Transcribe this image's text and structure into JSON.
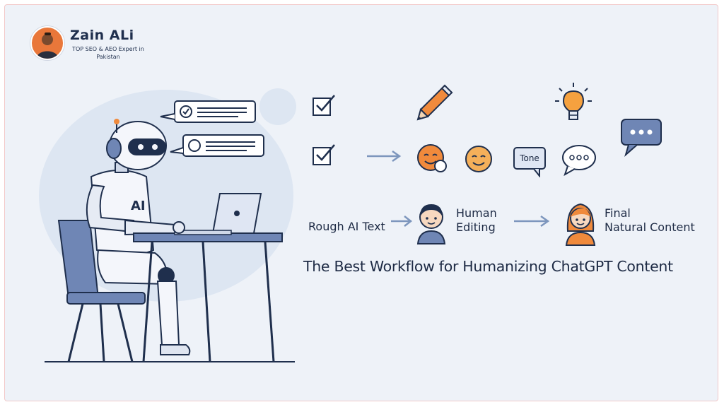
{
  "author": {
    "name": "Zain ALi",
    "subtitle": "TOP SEO & AEO Expert in Pakistan"
  },
  "illustration": {
    "robot_chest_label": "AI"
  },
  "workflow": {
    "tone_label": "Tone",
    "steps": [
      {
        "label": "Rough AI Text"
      },
      {
        "label_line1": "Human",
        "label_line2": "Editing"
      },
      {
        "label_line1": "Final",
        "label_line2": "Natural Content"
      }
    ]
  },
  "title": "The Best Workflow for Humanizing ChatGPT Content",
  "colors": {
    "background": "#eef2f8",
    "accent_orange": "#f08a3c",
    "line_navy": "#1f2f4d",
    "robot_blue": "#6f86b5",
    "arrow_blue": "#7d96bd"
  }
}
